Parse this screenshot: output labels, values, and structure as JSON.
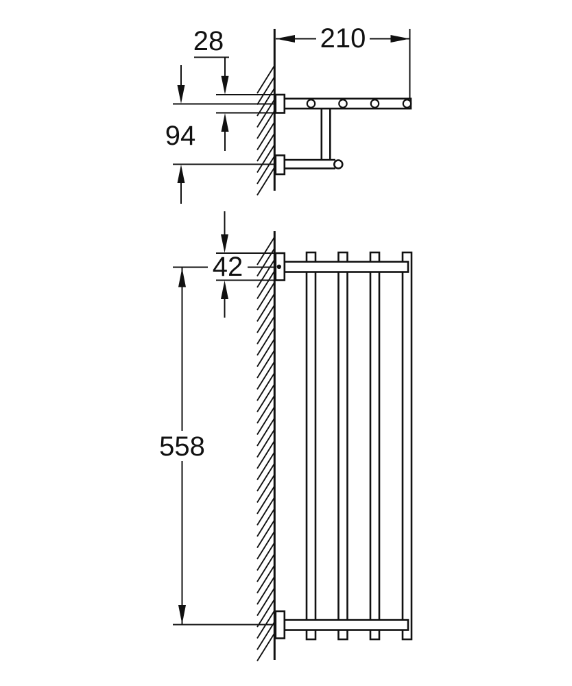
{
  "page": {
    "background": "#ffffff",
    "ink": "#111111"
  },
  "side_view": {
    "dim_depth": "210",
    "dim_bracket_height": "28",
    "dim_rail_drop": "94",
    "shelf_bar_count": 4
  },
  "front_view": {
    "dim_bracket_height": "42",
    "dim_length": "558",
    "vertical_bar_count": 4
  }
}
